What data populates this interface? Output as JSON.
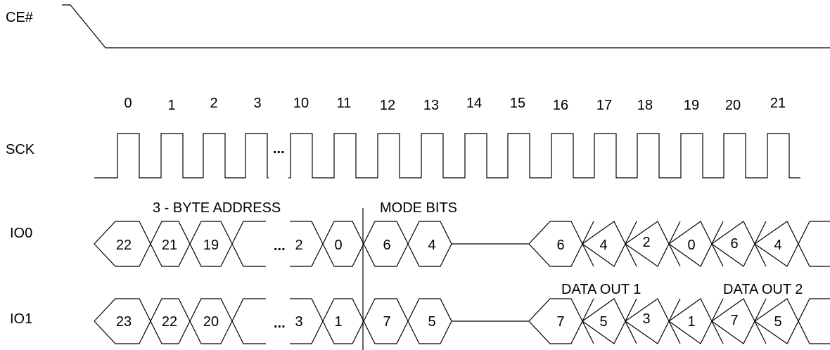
{
  "signals": {
    "ce": "CE#",
    "sck": "SCK",
    "io0": "IO0",
    "io1": "IO1"
  },
  "clock_cycles": [
    "0",
    "1",
    "2",
    "3",
    "10",
    "11",
    "12",
    "13",
    "14",
    "15",
    "16",
    "17",
    "18",
    "19",
    "20",
    "21"
  ],
  "ellipsis": "...",
  "annotations": {
    "address": "3 - BYTE ADDRESS",
    "mode_bits": "MODE BITS",
    "data_out_1": "DATA OUT 1",
    "data_out_2": "DATA OUT 2"
  },
  "io0": {
    "address_before_gap": [
      "22",
      "21",
      "19",
      ""
    ],
    "address_after_gap": [
      "2",
      "0"
    ],
    "mode_bits": [
      "6",
      "4"
    ],
    "data_out": [
      "6",
      "4",
      "2",
      "0",
      "6",
      "4"
    ]
  },
  "io1": {
    "address_before_gap": [
      "23",
      "22",
      "20",
      ""
    ],
    "address_after_gap": [
      "3",
      "1"
    ],
    "mode_bits": [
      "7",
      "5"
    ],
    "data_out": [
      "7",
      "5",
      "3",
      "1",
      "7",
      "5"
    ]
  }
}
